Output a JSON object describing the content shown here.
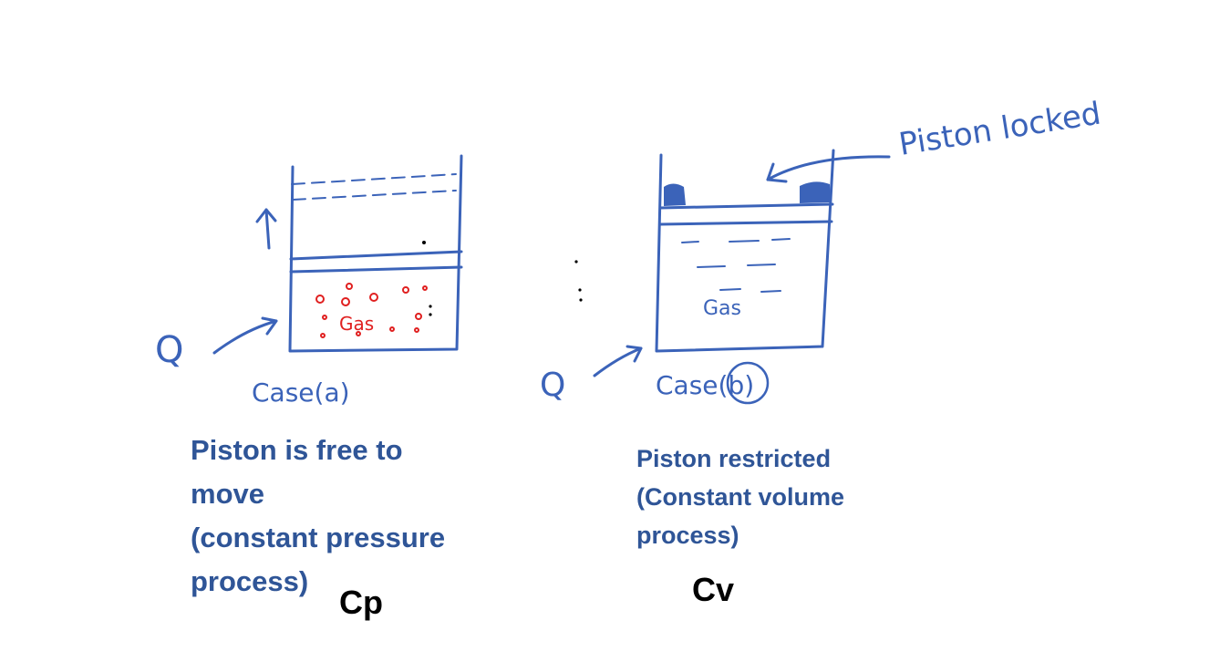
{
  "case_a": {
    "heat_label": "Q",
    "gas_label": "Gas",
    "case_label": "Case(a)",
    "caption": "Piston is free to\nmove\n(constant pressure\nprocess)",
    "symbol": "Cp"
  },
  "case_b": {
    "heat_label": "Q",
    "gas_label": "Gas",
    "case_label": "Case(b)",
    "annotation": "Piston locked",
    "caption": "Piston restricted\n(Constant volume\nprocess)",
    "symbol": "Cv"
  },
  "colors": {
    "ink": "#3b63b9",
    "caption": "#2f5597",
    "particles": "#e02020",
    "symbol": "#000000"
  }
}
